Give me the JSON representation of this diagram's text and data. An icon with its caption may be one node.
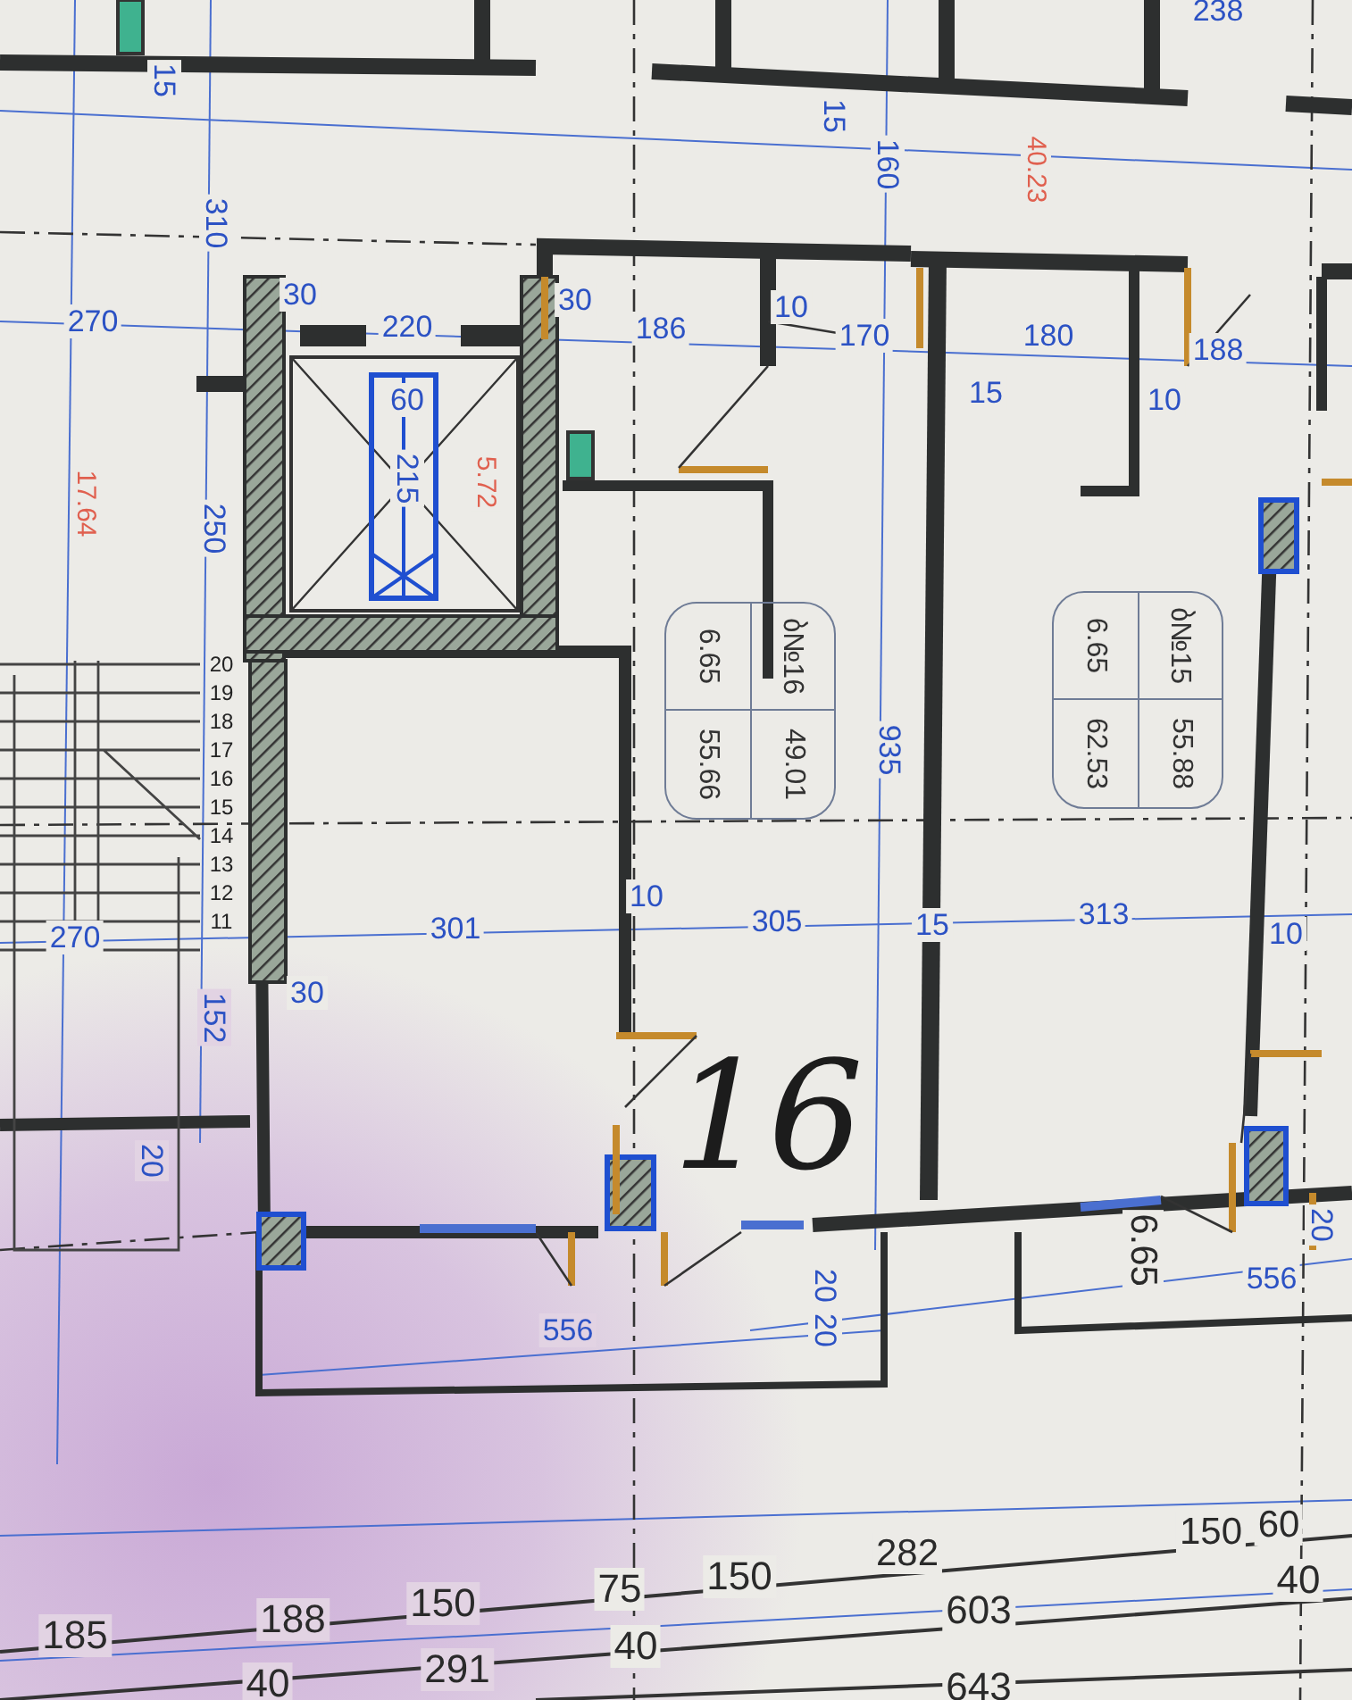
{
  "diagram": {
    "nodes": [
      {
        "text": [
          "ბ№16",
          "49.01",
          "6.65",
          "55.66"
        ]
      },
      {
        "text": [
          "ბ№15",
          "55.88",
          "6.65",
          "62.53"
        ]
      }
    ],
    "labels": [
      "15",
      "15",
      "238",
      "160",
      "40.23",
      "310",
      "30",
      "220",
      "30",
      "270",
      "186",
      "10",
      "170",
      "180",
      "188",
      "60",
      "15",
      "10",
      "215",
      "5.72",
      "17.64",
      "250",
      "20",
      "19",
      "18",
      "17",
      "16",
      "15",
      "14",
      "13",
      "12",
      "11",
      "935",
      "10",
      "270",
      "301",
      "305",
      "15",
      "313",
      "10",
      "30",
      "152",
      "16",
      "20",
      "6.65",
      "20",
      "556",
      "556",
      "20",
      "20",
      "150",
      "60",
      "185",
      "188",
      "150",
      "75",
      "150",
      "282",
      "40",
      "603",
      "40",
      "40",
      "291",
      "643"
    ]
  }
}
